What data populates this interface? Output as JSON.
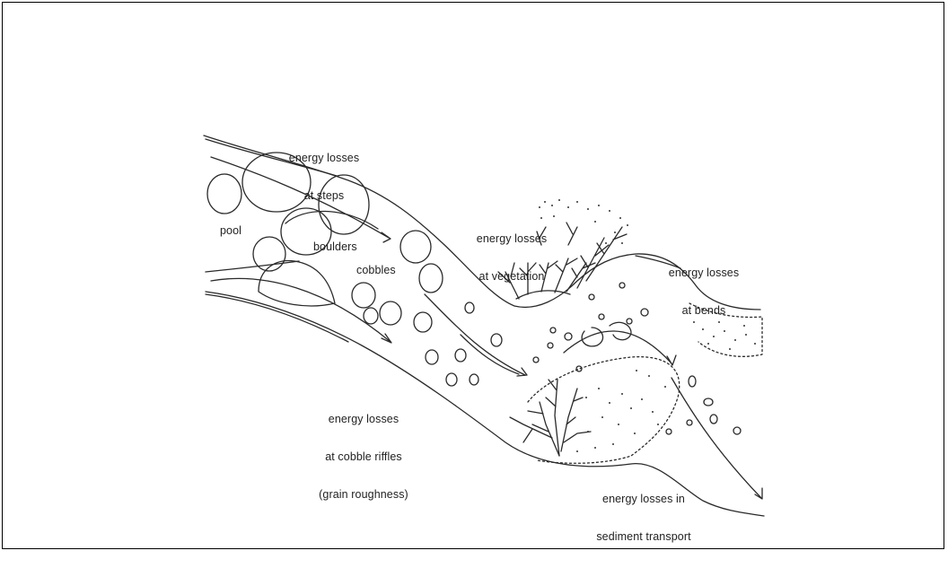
{
  "labels": {
    "steps_1": "energy losses",
    "steps_2": "at steps",
    "pool": "pool",
    "boulders": "boulders",
    "cobbles": "cobbles",
    "vegetation_1": "energy losses",
    "vegetation_2": "at vegetation",
    "bends_1": "energy losses",
    "bends_2": "at bends",
    "riffles_1": "energy losses",
    "riffles_2": "at cobble riffles",
    "riffles_3": "(grain roughness)",
    "sediment_1": "energy losses in",
    "sediment_2": "sediment transport"
  },
  "colors": {
    "ink": "#222222",
    "background": "#ffffff",
    "border": "#000000"
  }
}
